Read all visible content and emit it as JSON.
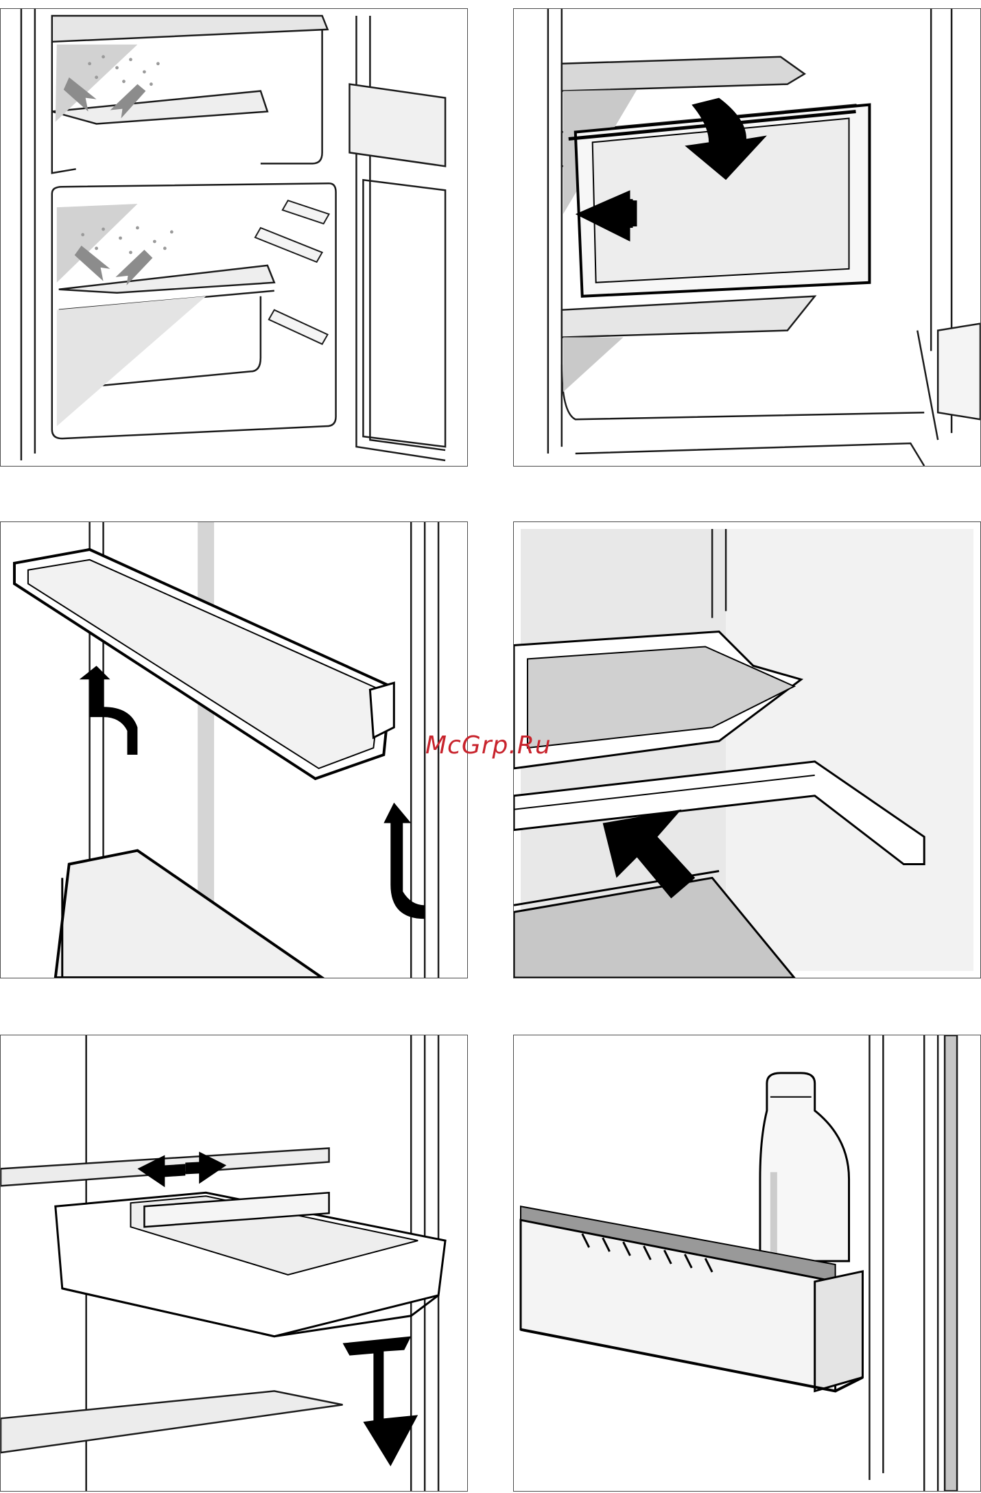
{
  "watermark": {
    "text": "McGrp.Ru",
    "color": "#c8232c"
  },
  "colors": {
    "line": "#1a1a1a",
    "shade": "#bdbdbd",
    "light": "#e2e2e2",
    "arrow": "#000000",
    "grey_arrow": "#8c8c8c"
  },
  "panels": [
    {
      "id": "p1",
      "name": "panel-condensation-drain",
      "icons": [
        "fridge-interior-icon",
        "water-droplets-icon",
        "drain-arrow-icon"
      ]
    },
    {
      "id": "p2",
      "name": "panel-remove-drawer",
      "icons": [
        "vegetable-drawer-icon",
        "arrow-down-icon",
        "arrow-left-icon"
      ]
    },
    {
      "id": "p3",
      "name": "panel-door-shelf-lift",
      "icons": [
        "door-shelf-icon",
        "arrow-up-curved-icon"
      ]
    },
    {
      "id": "p4",
      "name": "panel-glass-shelf-insert",
      "icons": [
        "glass-shelf-icon",
        "arrow-push-icon"
      ]
    },
    {
      "id": "p5",
      "name": "panel-sliding-tray",
      "icons": [
        "sliding-tray-icon",
        "arrow-left-right-icon",
        "arrow-down-icon"
      ]
    },
    {
      "id": "p6",
      "name": "panel-bottle-holder",
      "icons": [
        "bottle-icon",
        "bottle-rack-icon"
      ]
    }
  ]
}
